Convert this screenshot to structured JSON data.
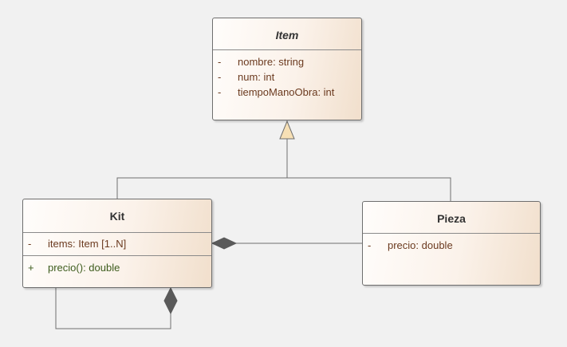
{
  "diagram": {
    "classes": {
      "item": {
        "name": "Item",
        "abstract": true,
        "attributes": [
          {
            "visibility": "-",
            "text": "nombre: string"
          },
          {
            "visibility": "-",
            "text": "num: int"
          },
          {
            "visibility": "-",
            "text": "tiempoManoObra: int"
          }
        ]
      },
      "kit": {
        "name": "Kit",
        "attributes": [
          {
            "visibility": "-",
            "text": "items: Item [1..N]"
          }
        ],
        "operations": [
          {
            "visibility": "+",
            "text": "precio(): double"
          }
        ]
      },
      "pieza": {
        "name": "Pieza",
        "attributes": [
          {
            "visibility": "-",
            "text": "precio: double"
          }
        ]
      }
    },
    "relationships": [
      {
        "type": "generalization",
        "from": "Kit",
        "to": "Item"
      },
      {
        "type": "generalization",
        "from": "Pieza",
        "to": "Item"
      },
      {
        "type": "composition",
        "whole": "Kit",
        "part": "Pieza"
      },
      {
        "type": "composition",
        "whole": "Kit",
        "part": "Kit"
      }
    ],
    "colors": {
      "background": "#f1f1f1",
      "border": "#6e6e6e",
      "line": "#6e6e6e",
      "attribute_text": "#6b3a1f",
      "operation_text": "#3d5c1d",
      "generalization_arrow_fill": "#f7e0b5",
      "composition_diamond_fill": "#5a5a5a"
    }
  }
}
